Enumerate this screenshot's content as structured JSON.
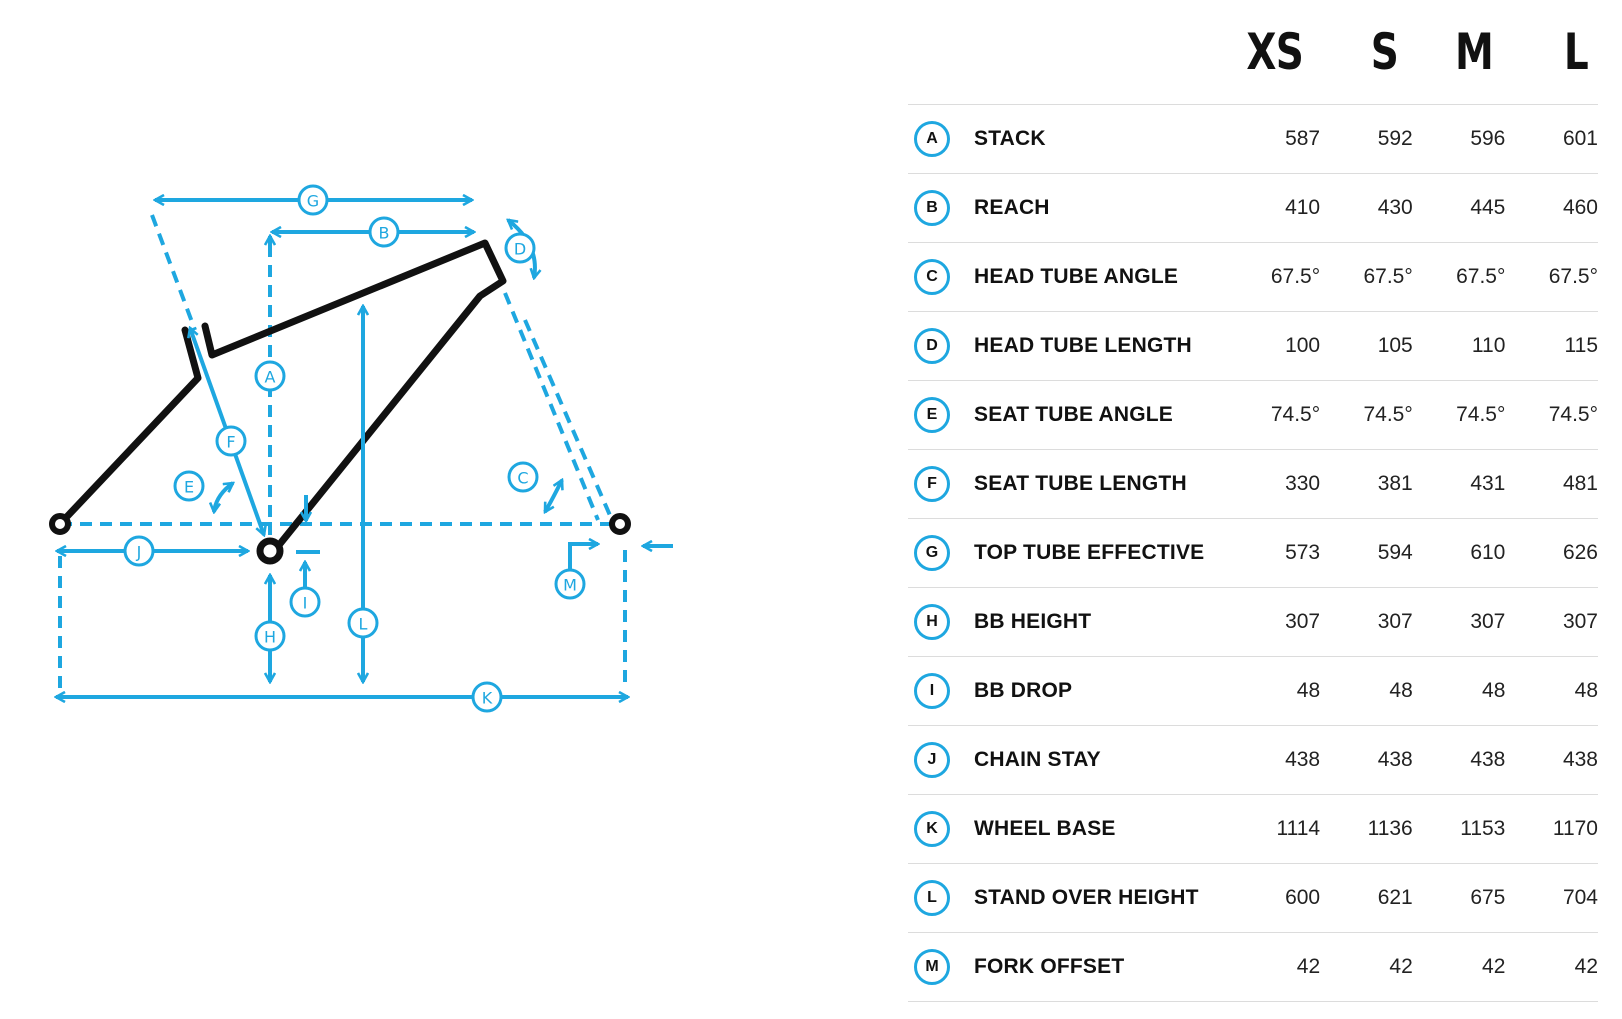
{
  "diagram": {
    "labels": [
      "G",
      "B",
      "D",
      "A",
      "F",
      "E",
      "C",
      "J",
      "I",
      "M",
      "H",
      "L",
      "K"
    ]
  },
  "table": {
    "sizes": [
      "XS",
      "S",
      "M",
      "L"
    ],
    "rows": [
      {
        "key": "A",
        "name": "STACK",
        "values": [
          "587",
          "592",
          "596",
          "601"
        ]
      },
      {
        "key": "B",
        "name": "REACH",
        "values": [
          "410",
          "430",
          "445",
          "460"
        ]
      },
      {
        "key": "C",
        "name": "HEAD TUBE ANGLE",
        "values": [
          "67.5°",
          "67.5°",
          "67.5°",
          "67.5°"
        ]
      },
      {
        "key": "D",
        "name": "HEAD TUBE LENGTH",
        "values": [
          "100",
          "105",
          "110",
          "115"
        ]
      },
      {
        "key": "E",
        "name": "SEAT TUBE ANGLE",
        "values": [
          "74.5°",
          "74.5°",
          "74.5°",
          "74.5°"
        ]
      },
      {
        "key": "F",
        "name": "SEAT TUBE LENGTH",
        "values": [
          "330",
          "381",
          "431",
          "481"
        ]
      },
      {
        "key": "G",
        "name": "TOP TUBE EFFECTIVE",
        "values": [
          "573",
          "594",
          "610",
          "626"
        ]
      },
      {
        "key": "H",
        "name": "BB HEIGHT",
        "values": [
          "307",
          "307",
          "307",
          "307"
        ]
      },
      {
        "key": "I",
        "name": "BB DROP",
        "values": [
          "48",
          "48",
          "48",
          "48"
        ]
      },
      {
        "key": "J",
        "name": "CHAIN STAY",
        "values": [
          "438",
          "438",
          "438",
          "438"
        ]
      },
      {
        "key": "K",
        "name": "WHEEL BASE",
        "values": [
          "1114",
          "1136",
          "1153",
          "1170"
        ]
      },
      {
        "key": "L",
        "name": "STAND OVER HEIGHT",
        "values": [
          "600",
          "621",
          "675",
          "704"
        ]
      },
      {
        "key": "M",
        "name": "FORK OFFSET",
        "values": [
          "42",
          "42",
          "42",
          "42"
        ]
      }
    ]
  },
  "colors": {
    "accent": "#1ea7e0",
    "frame": "#111111",
    "divider": "#dcdcdc"
  }
}
